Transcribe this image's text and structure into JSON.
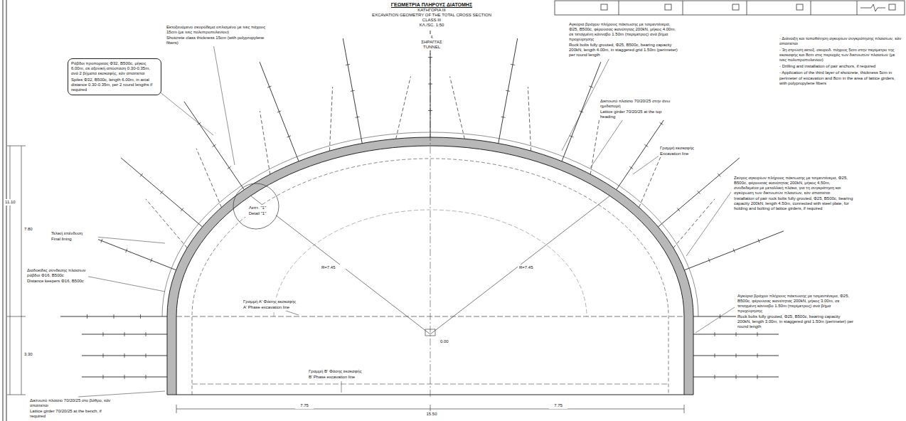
{
  "diagram": {
    "title": "ΓΕΩΜΕΤΡΙΑ ΠΛΗΡΟΥΣ ΔΙΑΤΟΜΗΣ",
    "nodes": [
      {
        "text": [
          "Ράβδοι προπορείας Φ32, Β500c, μήκος 6.00m, σε αξονική απόσταση 0.30-0.35m, ανά 2 βήματα εκσκαφής, εάν απαιτείται",
          "Spiles Φ32, B500c, length 6.00m, in axial distance 0.30-0.35m, per 2 round lengths if required"
        ]
      }
    ],
    "labels": [
      "ΚΑΤΗΓΟΡΙΑ ΙΙΙ",
      "EXCAVATION GEOMETRY OF THE TOTAL CROSS SECTION",
      "CLASS III",
      "ΚΛ./SC. 1:50",
      "℄",
      "ΣΗΡΑΓΓΑΣ",
      "TUNNEL",
      "Εκτοξευόμενο σκυρόδεμα οπλισμένο με ίνες πάχους 15cm (με ίνες πολυπροπυλενίου)",
      "Shotcrete class thickness 15cm (with polypropylene fibers)",
      "Αγκύρια βράχου πλήρους πάκτωσης με τσιμεντένεμα, Φ25, Β500c, φέρουσας ικανότητας 200kN, μήκος 4.00m, σε τεταγμένη κάνναβο 1.50m (περίμετρος) ανά βήμα προχώρησης",
      "Rock bolts fully grouted, Φ25, B500c, bearing capacity 200kN, length 4.00m, in staggered grid 1.50m (perimeter) per round length",
      "Δικτυωτό πλαίσιο 70/20/25 στην άνω ημιδιατομή",
      "Lattice girder 70/20/25 at the top heading",
      "Γραμμή εκσκαφής",
      "Excavation line",
      "Ζεύγος αγκυρίων πλήρους πάκτωσης με τσιμεντένεμα, Φ25, Β500c, φέρουσας ικανότητας 200kN, μήκος 4.50m, συνδεδεμένα με μεταλλική πλάκα, για τη συγκράτηση και αγκύρωση των δικτυωτών πλαισίων, εάν απαιτείται",
      "Installation of pair rock bolts fully grouted, Φ25, B500c, bearing capacity 200kN, length 4.50m, connected with steel plate, for holding and bolting of lattice girders, if required",
      "Αγκύρια βράχου πλήρους πάκτωσης με τσιμεντένεμα, Φ25, Β500c, φέρουσας ικανότητας 200kN, μήκος 3.00m, σε τεταγμένη κάνναβο 1.50m (περίμετρος) ανά βήμα προχώρησης",
      "Rock bolts fully grouted, Φ25, B500c, bearing capacity 200kN, length 3.00m, in staggered grid 1.50m (perimeter) per round length",
      "Τελική επένδυση",
      "Final lining",
      "Διαδοκίδες σύνδεσης πλαισίων ράβδοι Φ16, Β500c",
      "Distance keepers Φ16, B500c",
      "Λεπτ. \"1\"",
      "Detail \"1\"",
      "Γραμμή Α' Φάσης εκσκαφής",
      "A' Phase excavation line",
      "Γραμμή Β' Φάσης εκσκαφής",
      "B' Phase excavation line",
      "Δικτυωτό πλαίσιο 70/20/25 στο βάθρο, εάν απαιτείται",
      "Lattice girder 70/20/25 at the bench, if required",
      "- Διάνοιξη και τοποθέτηση αγκυρίων συγκράτησης πλαισίων, εάν απαιτείται",
      "- 3η στρώση εκτοξ. σκυροδ. πάχους 5cm στην περίμετρο της εκσκαφής και 8cm στις περιοχές των δικτυωτών πλαισίων (με ίνες πολυπροπυλενίου)",
      "- Drilling and installation of pair anchors, if required",
      "- Application of the third layer of shotcrete, thickness 5cm in perimeter of excavation and 8cm in the area of lattice girders, with polypropylene fibers",
      "7.80",
      "3.30",
      "11.10",
      "7.75",
      "7.75",
      "15.50",
      "R=7.45",
      "R=7.45",
      "0.00"
    ]
  }
}
